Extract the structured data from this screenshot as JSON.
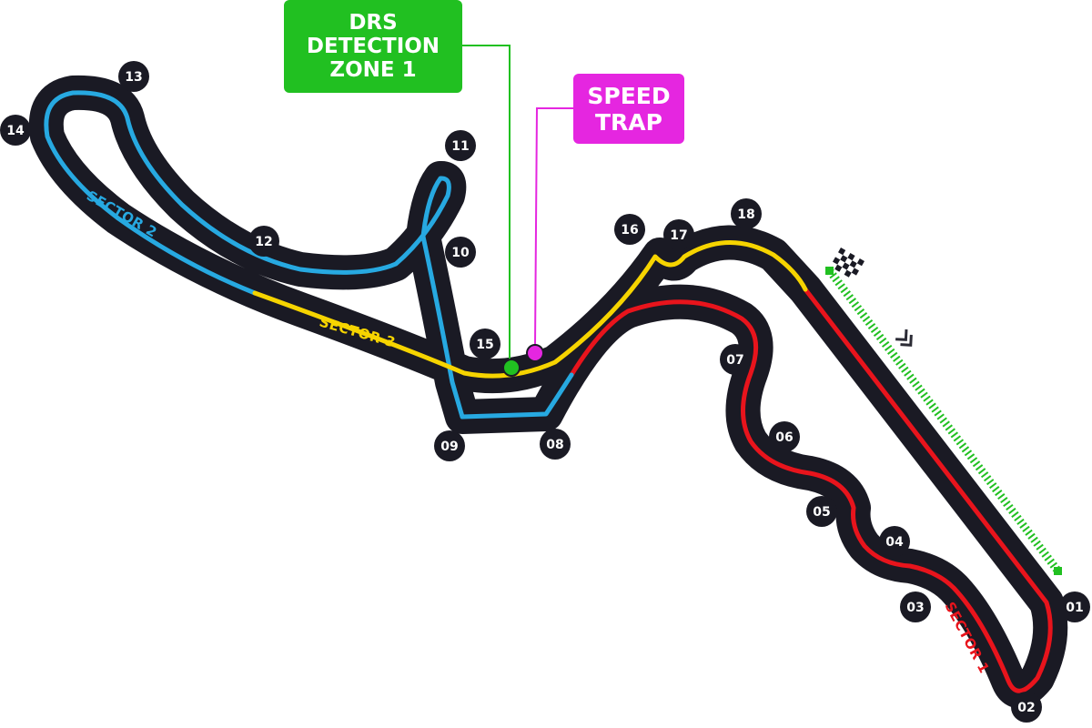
{
  "colors": {
    "track_casing": "#1a1a24",
    "sector_1": "#e8141c",
    "sector_2": "#27a9e1",
    "sector_3": "#f6d400",
    "drs": "#21c021",
    "speed_trap": "#e526e0",
    "chevrons": "#2b2b35",
    "turn_badge": "#1a1a24"
  },
  "icons": {
    "start_finish": "checkered-flag-icon",
    "direction": "double-chevron-icon"
  },
  "callouts": {
    "drs": {
      "lines": [
        "DRS",
        "DETECTION",
        "ZONE 1"
      ]
    },
    "speed_trap": {
      "lines": [
        "SPEED",
        "TRAP"
      ]
    }
  },
  "sectors": [
    {
      "label": "SECTOR 1"
    },
    {
      "label": "SECTOR 2"
    },
    {
      "label": "SECTOR 3"
    }
  ],
  "turns": [
    "01",
    "02",
    "03",
    "04",
    "05",
    "06",
    "07",
    "08",
    "09",
    "10",
    "11",
    "12",
    "13",
    "14",
    "15",
    "16",
    "17",
    "18"
  ]
}
